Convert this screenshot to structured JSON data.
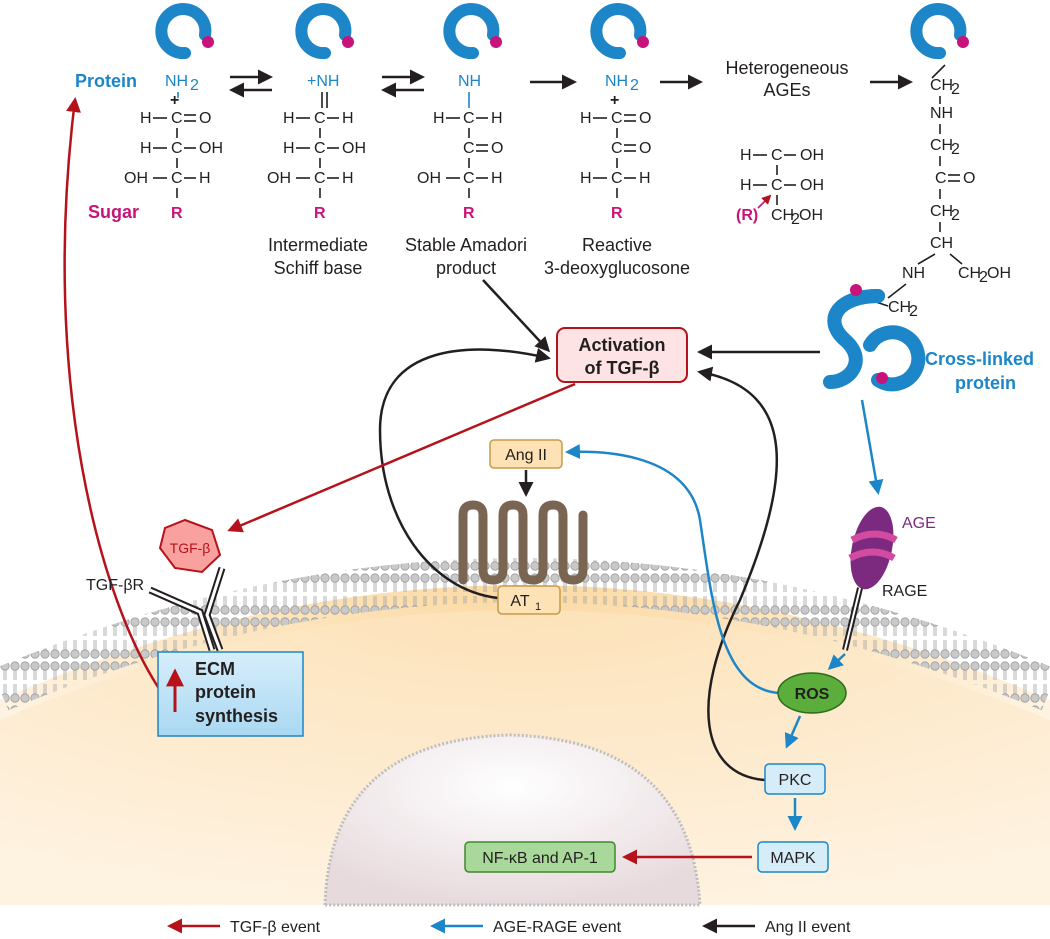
{
  "labels": {
    "protein": "Protein",
    "sugar": "Sugar",
    "intermediate_schiff_1": "Intermediate",
    "intermediate_schiff_2": "Schiff base",
    "amadori_1": "Stable Amadori",
    "amadori_2": "product",
    "deoxyglucosone_1": "Reactive",
    "deoxyglucosone_2": "3-deoxyglucosone",
    "heterogeneous_1": "Heterogeneous",
    "heterogeneous_2": "AGEs",
    "crosslinked_1": "Cross-linked",
    "crosslinked_2": "protein",
    "activation_1": "Activation",
    "activation_2": "of TGF-β",
    "ang_ii": "Ang II",
    "at1": "AT",
    "at1_sub": "1",
    "tgf_beta": "TGF-β",
    "tgf_beta_r": "TGF-βR",
    "age": "AGE",
    "rage": "RAGE",
    "ros": "ROS",
    "pkc": "PKC",
    "mapk": "MAPK",
    "nfkb_ap1": "NF-κB and AP-1",
    "ecm_1": "ECM",
    "ecm_2": "protein",
    "ecm_3": "synthesis"
  },
  "chem": {
    "nh2": "NH",
    "nh2_sub": "2",
    "nh_plus": "+NH",
    "nh": "NH",
    "r": "R",
    "r_paren": "(R)",
    "ch2": "CH",
    "ch2_sub": "2",
    "ch2oh": "CH",
    "ch2oh_tail": "OH",
    "ch": "CH",
    "c": "C",
    "h": "H",
    "o": "O",
    "oh": "OH",
    "plus": "+"
  },
  "legend": [
    {
      "label": "TGF-β event",
      "color": "#b5121b"
    },
    {
      "label": "AGE-RAGE event",
      "color": "#1c86c8"
    },
    {
      "label": "Ang II event",
      "color": "#231f20"
    }
  ],
  "colors": {
    "tgf_red": "#b5121b",
    "age_blue": "#1c86c8",
    "ang_black": "#231f20",
    "sugar_magenta": "#c7147a",
    "age_purple": "#7b2a7f",
    "cytoplasm": "#fde3b7",
    "nucleus": "#efe4e6"
  }
}
